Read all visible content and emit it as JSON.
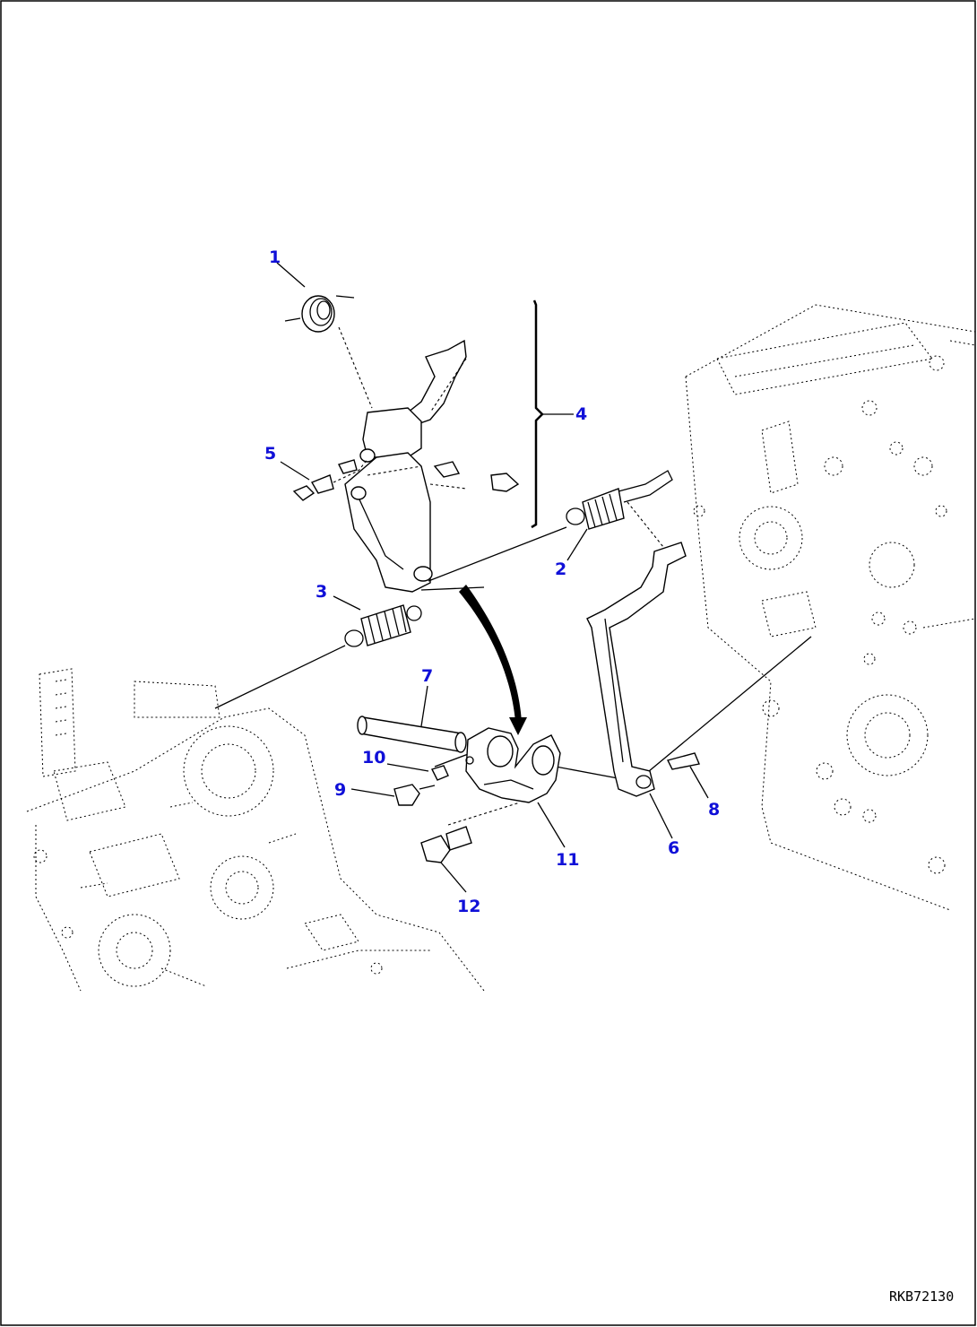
{
  "diagram": {
    "callouts": [
      "1",
      "2",
      "3",
      "4",
      "5",
      "6",
      "7",
      "8",
      "9",
      "10",
      "11",
      "12"
    ],
    "drawing_code": "RKB72130"
  }
}
